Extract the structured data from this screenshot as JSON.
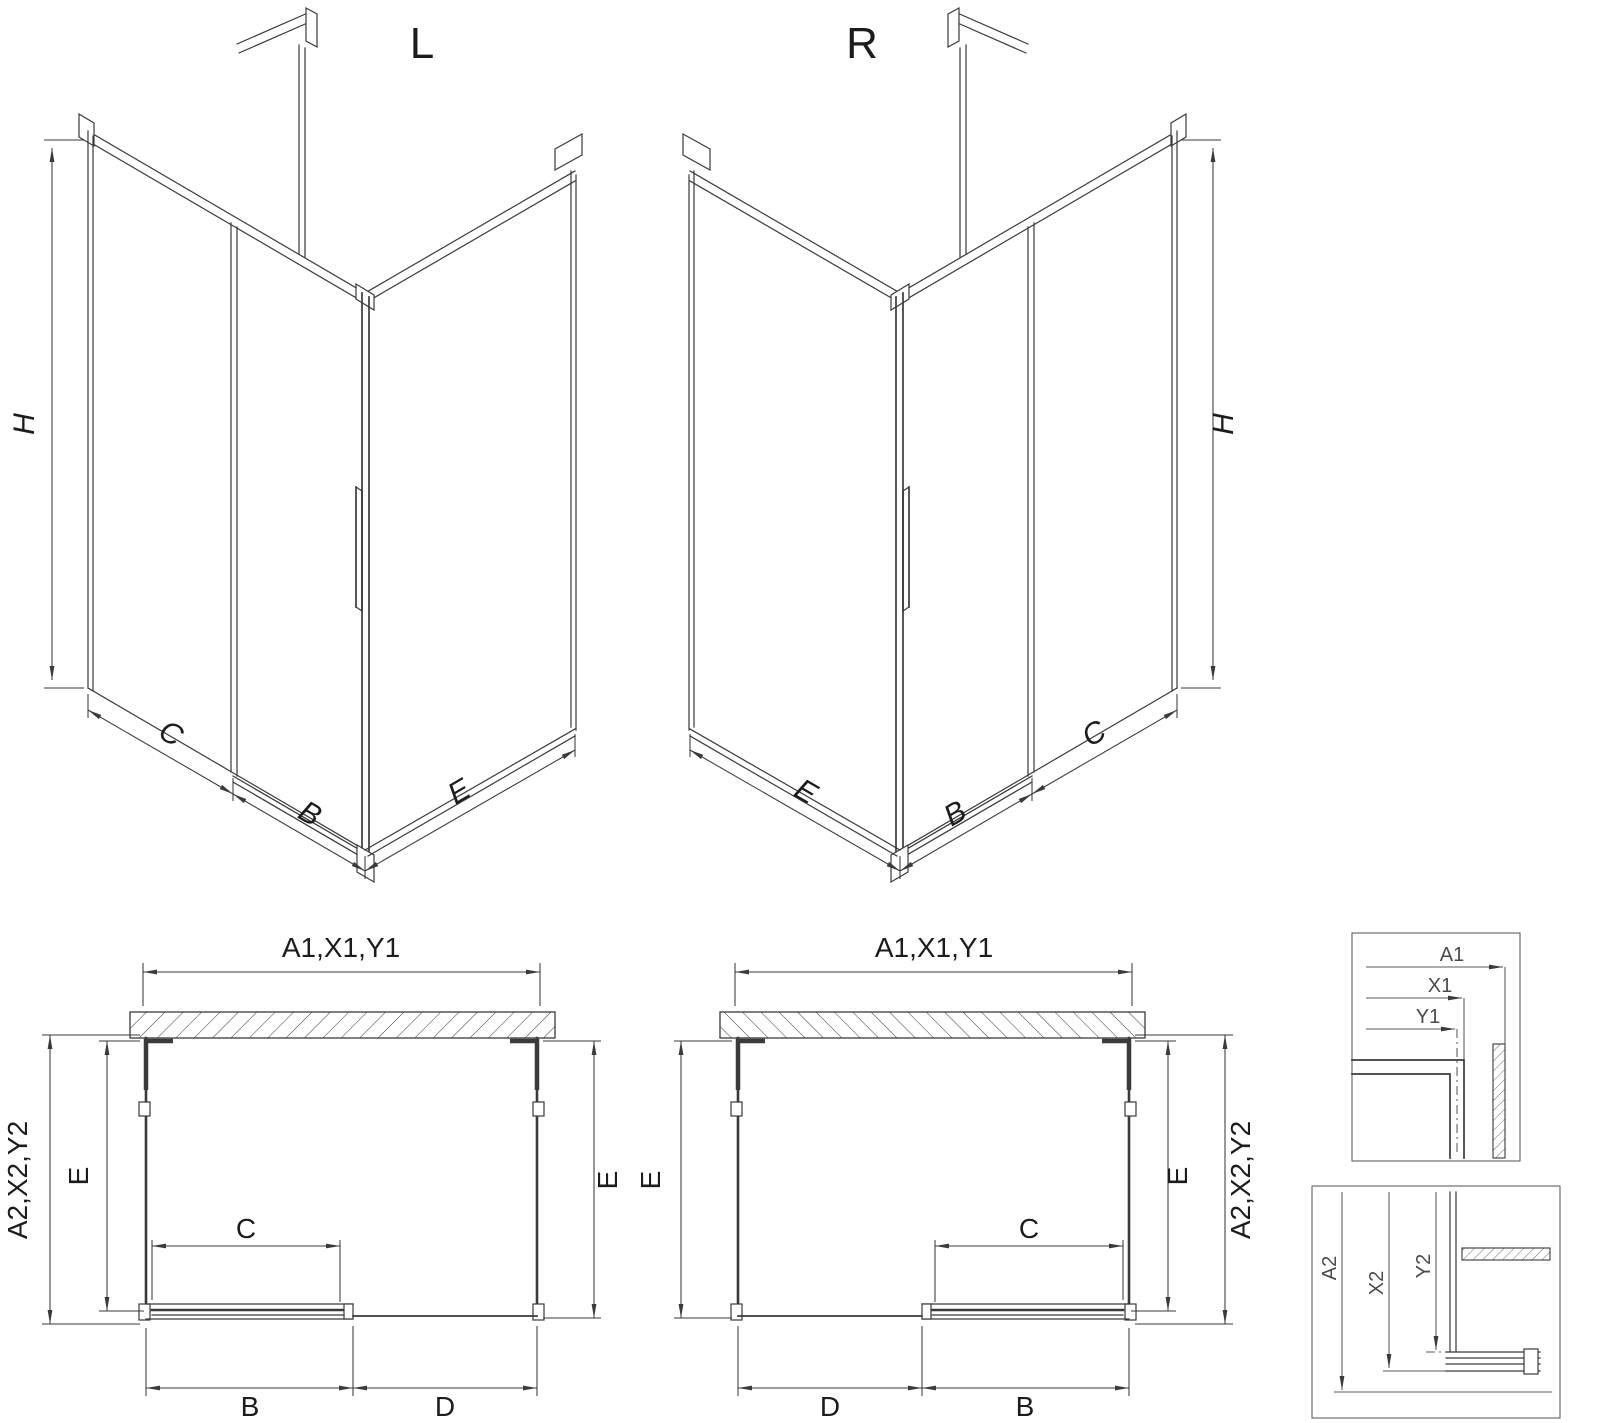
{
  "drawing": {
    "background": "#ffffff",
    "line_color": "#3a3a3a"
  },
  "views": {
    "iso_left": {
      "title": "L",
      "dim_height": "H",
      "dim_c": "C",
      "dim_b": "B",
      "dim_e": "E"
    },
    "iso_right": {
      "title": "R",
      "dim_height": "H",
      "dim_c": "C",
      "dim_b": "B",
      "dim_e": "E"
    },
    "plan_left": {
      "dim_top": "A1,X1,Y1",
      "dim_side_outer": "A2,X2,Y2",
      "dim_e_left": "E",
      "dim_e_right": "E",
      "dim_c": "C",
      "dim_b": "B",
      "dim_d": "D"
    },
    "plan_right": {
      "dim_top": "A1,X1,Y1",
      "dim_side_outer": "A2,X2,Y2",
      "dim_e_left": "E",
      "dim_e_right": "E",
      "dim_c": "C",
      "dim_b": "B",
      "dim_d": "D"
    },
    "detail_width": {
      "dim_a1": "A1",
      "dim_x1": "X1",
      "dim_y1": "Y1"
    },
    "detail_depth": {
      "dim_a2": "A2",
      "dim_x2": "X2",
      "dim_y2": "Y2"
    }
  }
}
